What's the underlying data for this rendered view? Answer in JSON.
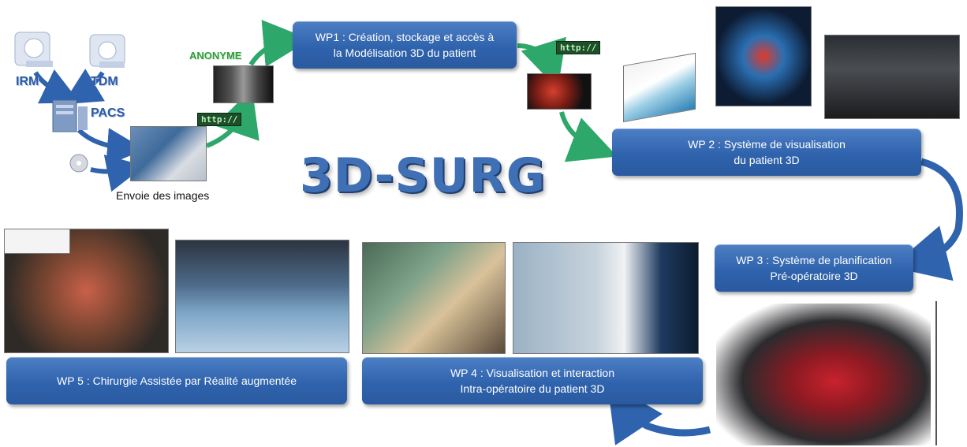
{
  "title": "3D-SURG",
  "labels": {
    "irm": "IRM",
    "tdm": "TDM",
    "pacs": "PACS",
    "anonyme": "ANONYME",
    "http1": "http://",
    "http2": "http://",
    "envoie": "Envoie des images"
  },
  "work_packages": {
    "wp1": {
      "line1": "WP1 : Création, stockage et accès à",
      "line2": "la Modélisation 3D du patient"
    },
    "wp2": {
      "line1": "WP 2 : Système de visualisation",
      "line2": "du patient 3D"
    },
    "wp3": {
      "line1": "WP 3 : Système de planification",
      "line2": "Pré-opératoire 3D"
    },
    "wp4": {
      "line1": "WP 4 : Visualisation  et  interaction",
      "line2": "Intra-opératoire  du patient 3D"
    },
    "wp5": {
      "line1": "WP 5 : Chirurgie Assistée par Réalité augmentée"
    }
  },
  "colors": {
    "wp_box": "#2f63ad",
    "arrow_green": "#2ea86a",
    "arrow_blue": "#2f63ad",
    "title": "#3f6fb4"
  }
}
